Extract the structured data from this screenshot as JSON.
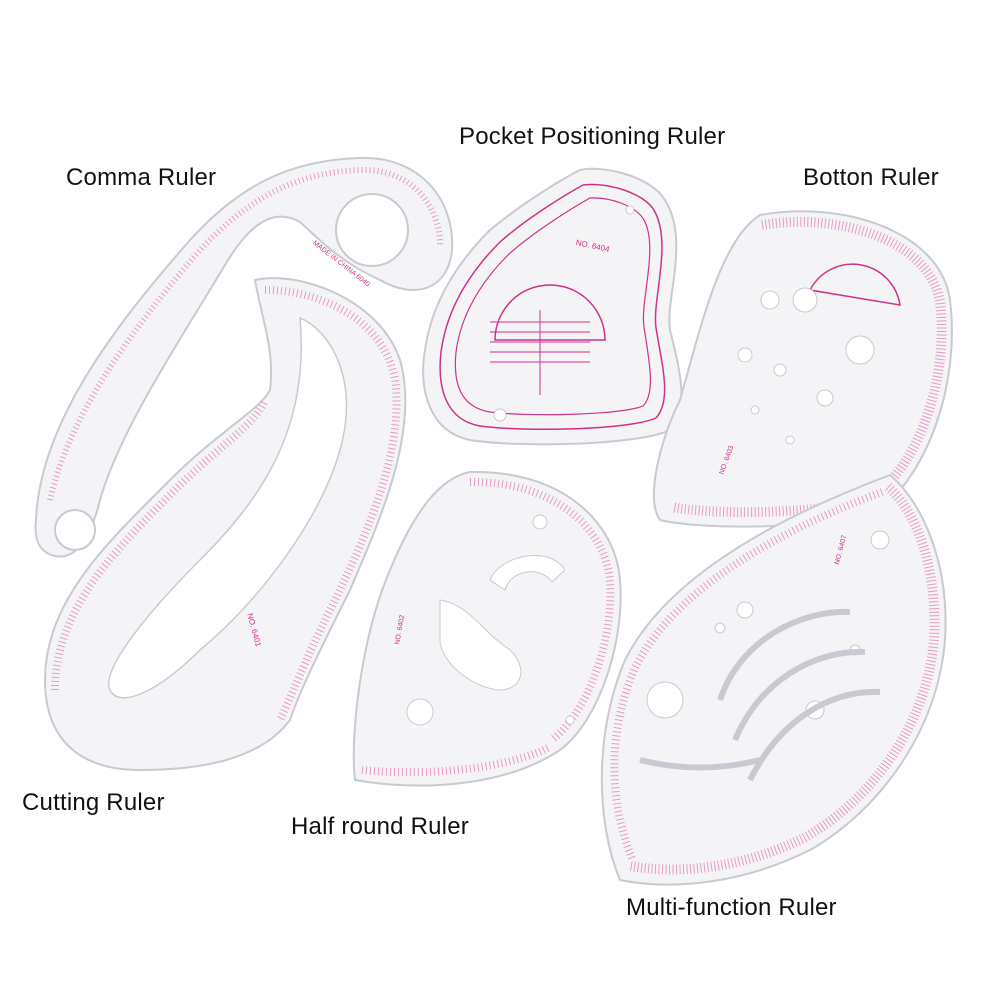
{
  "labels": {
    "comma": "Comma Ruler",
    "pocket": "Pocket Positioning Ruler",
    "botton": "Botton Ruler",
    "cutting": "Cutting Ruler",
    "half_round": "Half round Ruler",
    "multi_function": "Multi-function Ruler"
  },
  "ruler_texts": {
    "comma_made_in": "MADE IN CHINA 6040",
    "pocket_model": "NO. 6404",
    "cutting_model": "NO. 6401",
    "botton_model": "NO. 6403",
    "half_round_model": "NO. 6402",
    "multi_model": "NO. 6407"
  },
  "colors": {
    "background": "#ffffff",
    "ruler_fill": "#f4f4f7",
    "ruler_edge": "#c9c9d2",
    "marking": "#d0308a",
    "marking_light": "#e79ac4",
    "label_text": "#111111"
  }
}
